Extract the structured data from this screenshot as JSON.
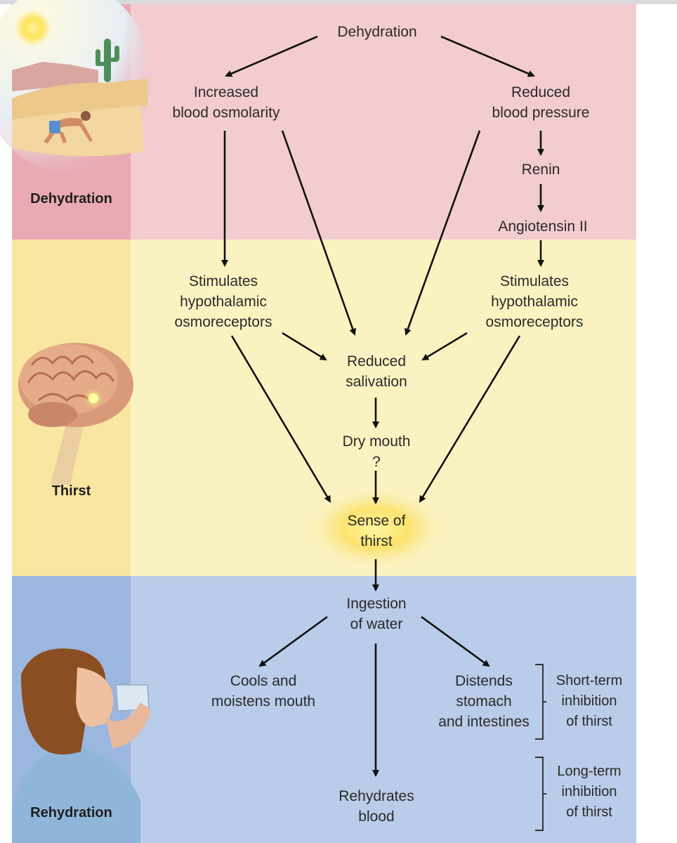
{
  "sections": {
    "dehydration": "Dehydration",
    "thirst": "Thirst",
    "rehydration": "Rehydration"
  },
  "nodes": {
    "dehydration": "Dehydration",
    "increased_osmolarity": "Increased\nblood osmolarity",
    "reduced_pressure": "Reduced\nblood pressure",
    "renin": "Renin",
    "angiotensin": "Angiotensin II",
    "stim_left": "Stimulates\nhypothalamic\nosmoreceptors",
    "stim_right": "Stimulates\nhypothalamic\nosmoreceptors",
    "reduced_salivation": "Reduced\nsalivation",
    "dry_mouth": "Dry mouth\n?",
    "sense_of_thirst": "Sense of\nthirst",
    "ingestion": "Ingestion\nof water",
    "cools": "Cools and\nmoistens mouth",
    "distends": "Distends\nstomach\nand intestines",
    "rehydrates": "Rehydrates\nblood"
  },
  "brackets": {
    "short_term": "Short-term\ninhibition\nof thirst",
    "long_term": "Long-term\ninhibition\nof thirst"
  },
  "colors": {
    "dehydration_band": "#f3cccf",
    "thirst_band": "#fbf2c2",
    "rehydration_band": "#b9cce9",
    "arrow": "#111111"
  }
}
